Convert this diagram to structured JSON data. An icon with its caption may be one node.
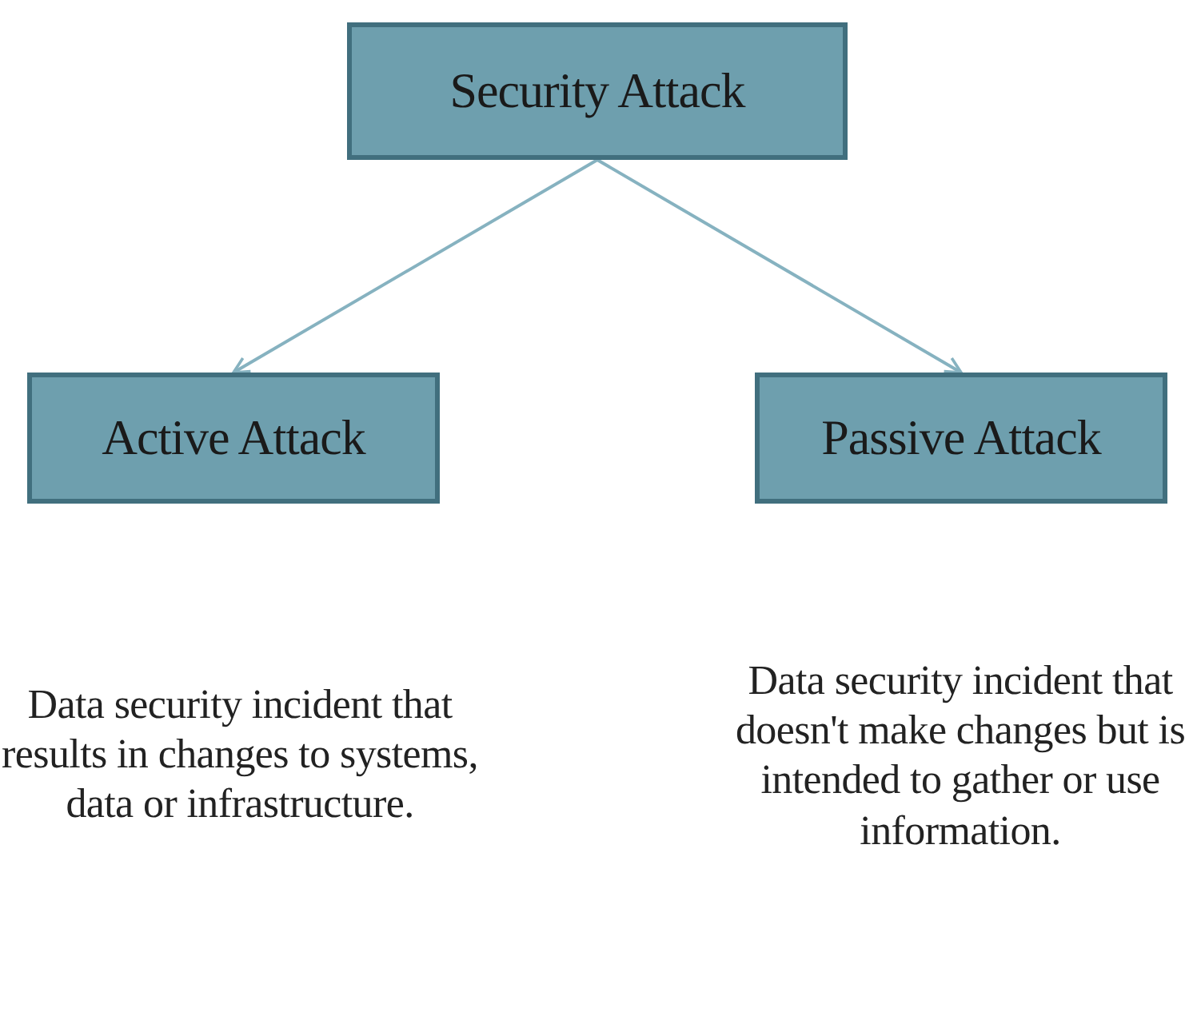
{
  "diagram": {
    "nodes": [
      {
        "text": [
          "Security Attack"
        ]
      },
      {
        "text": [
          "Active Attack"
        ]
      },
      {
        "text": [
          "Passive Attack"
        ]
      }
    ],
    "edges": [
      {
        "from": 0,
        "to": 1,
        "arrow": "to"
      },
      {
        "from": 0,
        "to": 2,
        "arrow": "to"
      }
    ],
    "labels": [
      "Data security incident that results in changes to systems, data or infrastructure.",
      "Data security incident that doesn't make changes but is intended to gather or use information."
    ]
  }
}
